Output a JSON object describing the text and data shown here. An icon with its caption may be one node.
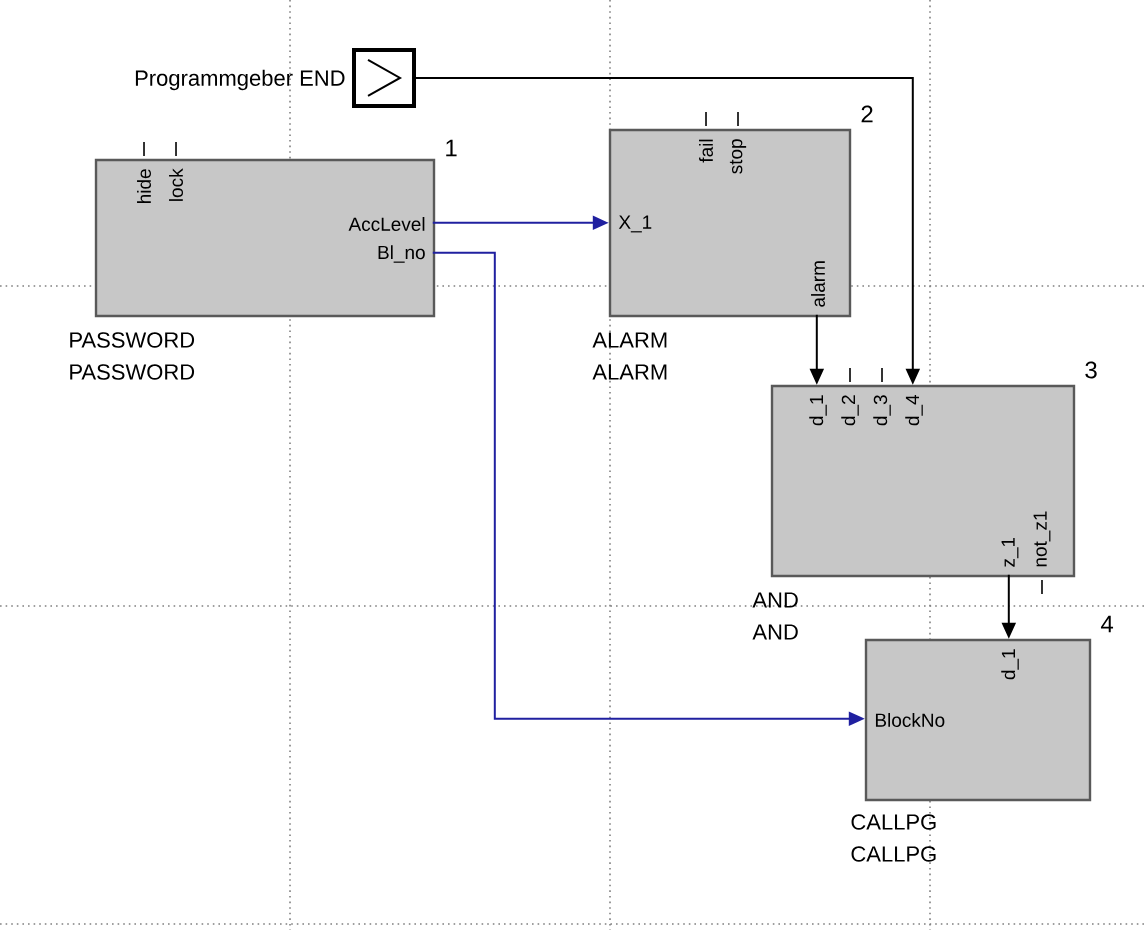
{
  "diagram": {
    "nodes": [
      {
        "text": [],
        "shape": "box",
        "beside": [
          "Programmgeber END"
        ]
      },
      {
        "text": [
          "1",
          "hide",
          "lock",
          "AccLevel",
          "Bl_no"
        ],
        "beside": [
          "PASSWORD",
          "PASSWORD"
        ]
      },
      {
        "text": [
          "2",
          "fail",
          "stop",
          "X_1",
          "alarm"
        ],
        "beside": [
          "ALARM",
          "ALARM"
        ]
      },
      {
        "text": [
          "3",
          "d_1",
          "d_2",
          "d_3",
          "d_4",
          "z_1",
          "not_z1"
        ],
        "beside": [
          "AND",
          "AND"
        ]
      },
      {
        "text": [
          "4",
          "d_1",
          "BlockNo"
        ],
        "beside": [
          "CALLPG",
          "CALLPG"
        ]
      }
    ],
    "edges": [
      {
        "from": 0,
        "to": 3,
        "arrow": "to"
      },
      {
        "from": 1,
        "to": 2,
        "arrow": "to",
        "color": "#2020a0"
      },
      {
        "from": 1,
        "to": 4,
        "arrow": "to",
        "color": "#2020a0"
      },
      {
        "from": 2,
        "to": 3,
        "arrow": "to"
      },
      {
        "from": 3,
        "to": 4,
        "arrow": "to"
      }
    ]
  }
}
